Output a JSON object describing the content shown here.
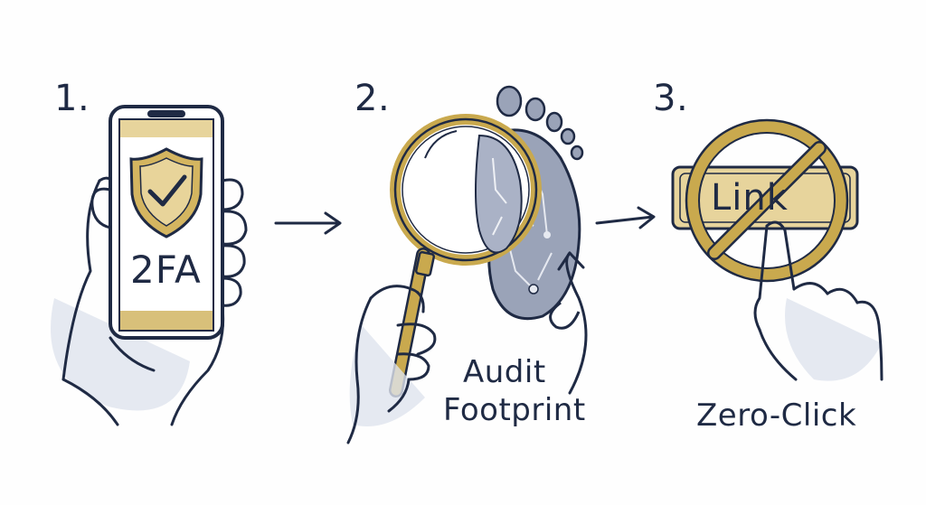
{
  "steps": [
    {
      "number": "1.",
      "screen_text": "2FA",
      "icon": "shield-check-icon"
    },
    {
      "number": "2.",
      "caption_line1": "Audit",
      "caption_line2": "Footprint",
      "icon": "magnifier-footprint-icon"
    },
    {
      "number": "3.",
      "button_text": "Link",
      "caption": "Zero-Click",
      "icon": "no-link-icon"
    }
  ],
  "colors": {
    "ink": "#1f2a44",
    "gold": "#c9a94e",
    "gold_light": "#e7d49c",
    "blue_gray": "#9aa3b8",
    "wash": "#dfe4ee"
  }
}
